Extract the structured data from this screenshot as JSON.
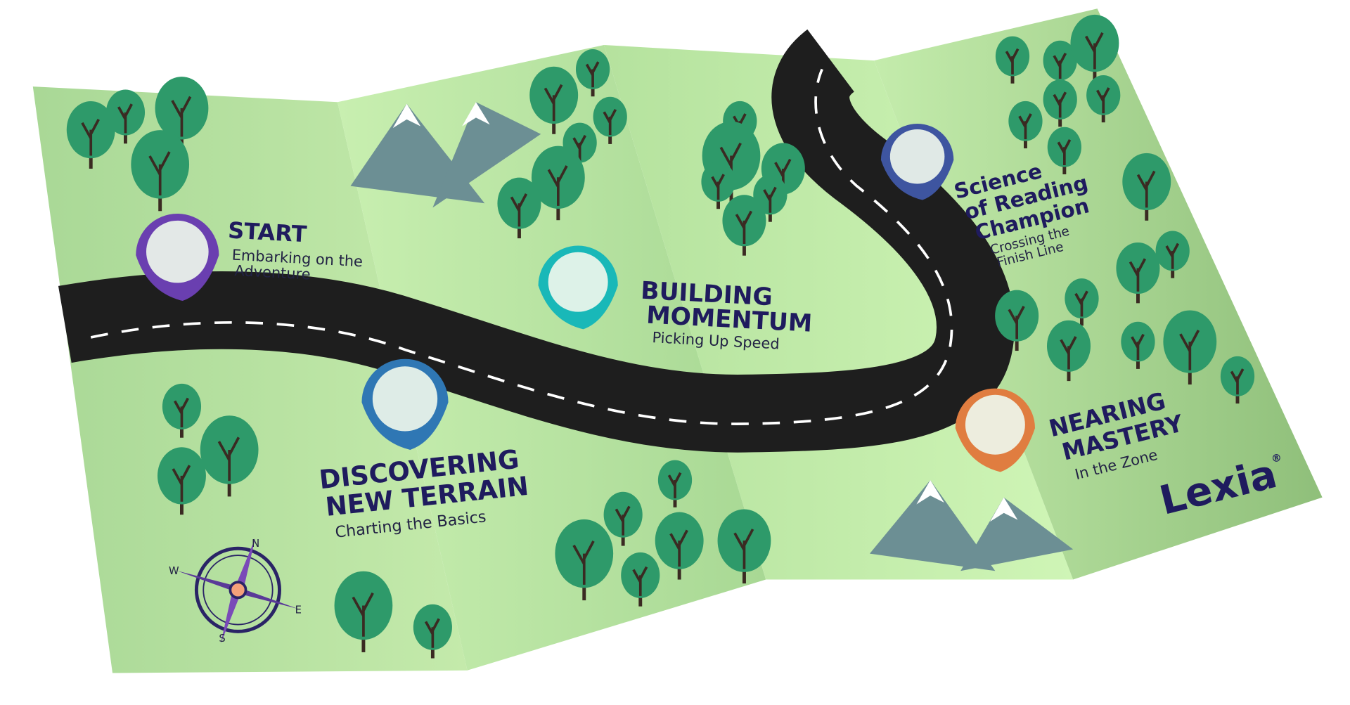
{
  "colors": {
    "paper": "#b9e4a4",
    "paper_light": "#cdf2b5",
    "paper_dark": "#9ccc88",
    "road": "#1e1e1e",
    "tree": "#2e9a6a",
    "trunk": "#3a2a22",
    "mountain": "#6c8f94",
    "brand": "#1f1b5e"
  },
  "milestones": [
    {
      "title_lines": [
        "START"
      ],
      "subtitle_lines": [
        "Embarking on the",
        "Adventure"
      ],
      "pin_color": "#6a3fb0"
    },
    {
      "title_lines": [
        "DISCOVERING",
        "NEW TERRAIN"
      ],
      "subtitle_lines": [
        "Charting the Basics"
      ],
      "pin_color": "#2f77b4"
    },
    {
      "title_lines": [
        "BUILDING",
        "MOMENTUM"
      ],
      "subtitle_lines": [
        "Picking Up Speed"
      ],
      "pin_color": "#19b8b8"
    },
    {
      "title_lines": [
        "NEARING",
        "MASTERY"
      ],
      "subtitle_lines": [
        "In the Zone"
      ],
      "pin_color": "#e07d40"
    },
    {
      "title_lines": [
        "Science",
        "of Reading",
        "Champion"
      ],
      "subtitle_lines": [
        "Crossing the",
        "Finish Line"
      ],
      "pin_color": "#3e55a0"
    }
  ],
  "compass": {
    "n": "N",
    "e": "E",
    "s": "S",
    "w": "W",
    "icon": "compass-rose-icon"
  },
  "brand": {
    "logo": "Lexia",
    "mark": "®"
  }
}
